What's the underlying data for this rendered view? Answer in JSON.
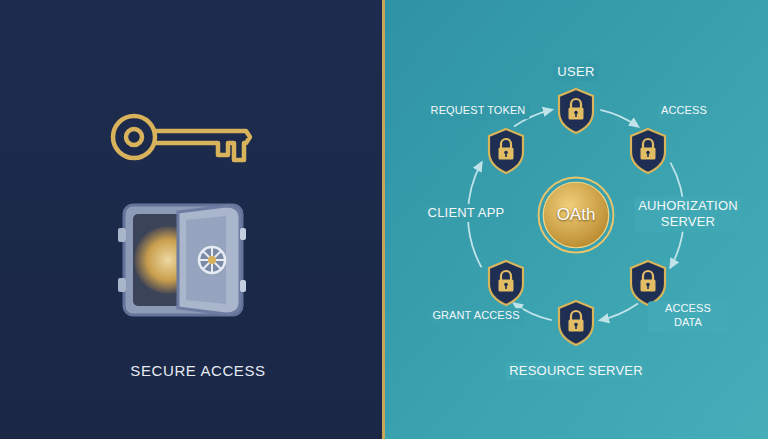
{
  "diagram": {
    "nodes": [
      {
        "text": [
          "OAth"
        ]
      }
    ],
    "labels": [
      "SECURE ACCESS",
      "USER",
      "REQUEST TOKEN",
      "ACCESS",
      "CLIENT APP",
      "AUHORIZATION SERVER",
      "GRANT ACCESS",
      "ACCESS DATA",
      "RESOURCE SERVER"
    ]
  }
}
